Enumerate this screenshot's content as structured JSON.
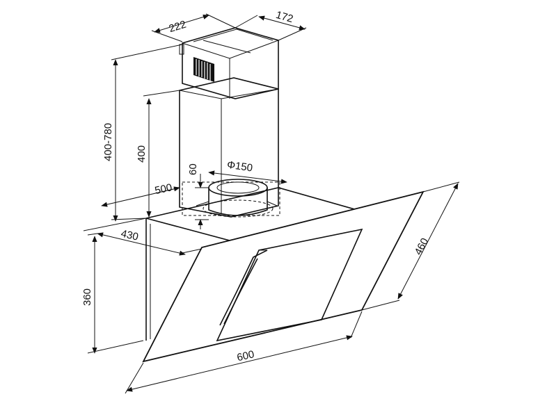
{
  "dimensions": {
    "chimney_width": "222",
    "chimney_depth": "172",
    "chimney_height": "400-780",
    "inner_chimney": "400",
    "outlet_height": "60",
    "outlet_diameter": "Φ150",
    "body_width_top": "500",
    "body_depth": "430",
    "body_height": "360",
    "glass_width": "600",
    "glass_height": "460"
  }
}
